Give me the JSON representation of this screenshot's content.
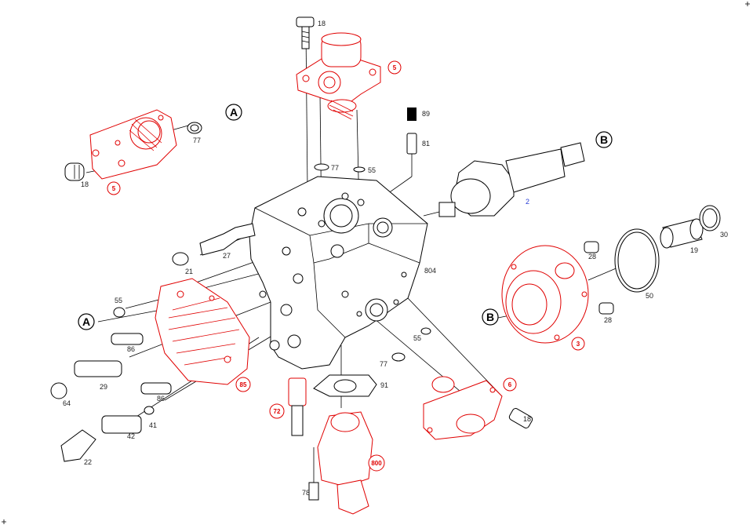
{
  "colors": {
    "line": "#000000",
    "highlight": "#e00000",
    "accent_label": "#2a3fd6",
    "background": "#ffffff"
  },
  "labels": {
    "l18a": "18",
    "l5a": "5",
    "l77a": "77",
    "l55a": "55",
    "l89": "89",
    "l81": "81",
    "l2": "2",
    "l28a": "28",
    "l28b": "28",
    "l3": "3",
    "l50": "50",
    "l19": "19",
    "l30": "30",
    "l18b": "18",
    "l5b": "5",
    "l77b": "77",
    "l27": "27",
    "l21": "21",
    "l804": "804",
    "l55b": "55",
    "l86a": "86",
    "l29": "29",
    "l64": "64",
    "l86b": "86",
    "l85": "85",
    "l41": "41",
    "l42": "42",
    "l22": "22",
    "l72": "72",
    "l91": "91",
    "l77c": "77",
    "l55c": "55",
    "l6": "6",
    "l18c": "18",
    "l800": "800",
    "l78": "78",
    "callA1": "A",
    "callA2": "A",
    "callB1": "B",
    "callB2": "B"
  }
}
